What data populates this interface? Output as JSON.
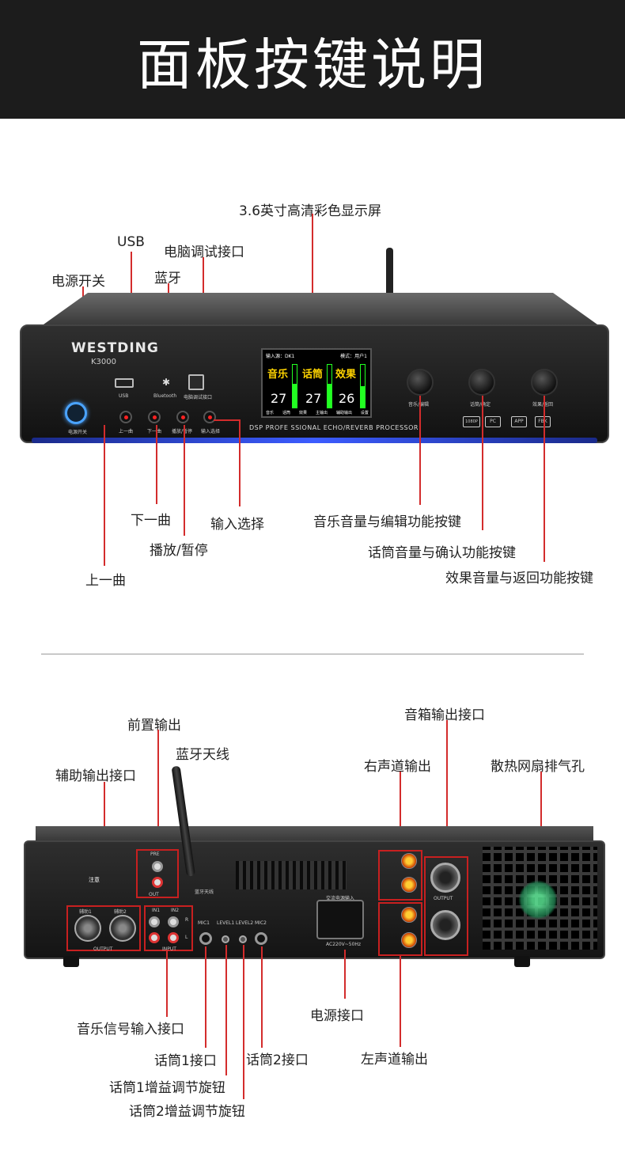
{
  "header": {
    "title": "面板按键说明"
  },
  "front_labels": {
    "display": "3.6英寸高清彩色显示屏",
    "usb": "USB",
    "pc_port": "电脑调试接口",
    "bluetooth": "蓝牙",
    "power": "电源开关",
    "next": "下一曲",
    "input_select": "输入选择",
    "play_pause": "播放/暂停",
    "prev": "上一曲",
    "music_knob": "音乐音量与编辑功能按键",
    "mic_knob": "话筒音量与确认功能按键",
    "effect_knob": "效果音量与返回功能按键"
  },
  "front_panel": {
    "brand": "WESTDING",
    "model": "K3000",
    "usb_caption": "USB",
    "bt_caption": "Bluetooth",
    "pc_caption": "电脑调试接口",
    "power_caption": "电源开关",
    "btn_prev": "上一曲",
    "btn_next": "下一曲",
    "btn_play": "播放/暂停",
    "btn_input": "输入选择",
    "subtitle": "DSP PROFE SSIONAL ECHO/REVERB PROCESSOR",
    "knob_music": "音乐/编辑",
    "knob_mic": "话筒/确定",
    "knob_effect": "效果/返回",
    "btn_1080p": "1080P",
    "btn_pc": "PC",
    "btn_app": "APP",
    "btn_fbk": "FBK",
    "screen": {
      "input": "输入源：DK1",
      "mode": "模式：用户1",
      "channels": [
        {
          "name": "音乐",
          "value": "27",
          "level": 0.55
        },
        {
          "name": "话筒",
          "value": "27",
          "level": 0.55
        },
        {
          "name": "效果",
          "value": "26",
          "level": 0.5
        }
      ],
      "menu": [
        "音乐",
        "话筒",
        "效果",
        "主输出",
        "辅助输出",
        "设置"
      ]
    }
  },
  "rear_labels": {
    "pre_out": "前置输出",
    "bt_antenna": "蓝牙天线",
    "aux_out": "辅助输出接口",
    "speaker_out": "音箱输出接口",
    "right_out": "右声道输出",
    "fan_vent": "散热网扇排气孔",
    "music_in": "音乐信号输入接口",
    "mic1": "话筒1接口",
    "mic2": "话筒2接口",
    "mic1_gain": "话筒1增益调节旋钮",
    "mic2_gain": "话筒2增益调节旋钮",
    "power_in": "电源接口",
    "left_out": "左声道输出"
  },
  "rear_panel": {
    "pre": "PRE",
    "out": "OUT",
    "notice": "注意",
    "aux1": "辅助1",
    "aux2": "辅助2",
    "output": "OUTPUT",
    "in1": "IN1",
    "in2": "IN2",
    "input": "INPUT",
    "mic1": "MIC1",
    "level1": "LEVEL1",
    "level2": "LEVEL2",
    "mic2": "MIC2",
    "antenna": "蓝牙天线",
    "power_in": "交流电源输入",
    "ac": "AC220V~50Hz",
    "speaker_output": "OUTPUT",
    "r": "R",
    "l": "L"
  },
  "colors": {
    "accent_line": "#d32c2c",
    "header_bg": "#1c1c1c",
    "led_red": "#ff2222",
    "power_blue": "#4aa3ff"
  }
}
